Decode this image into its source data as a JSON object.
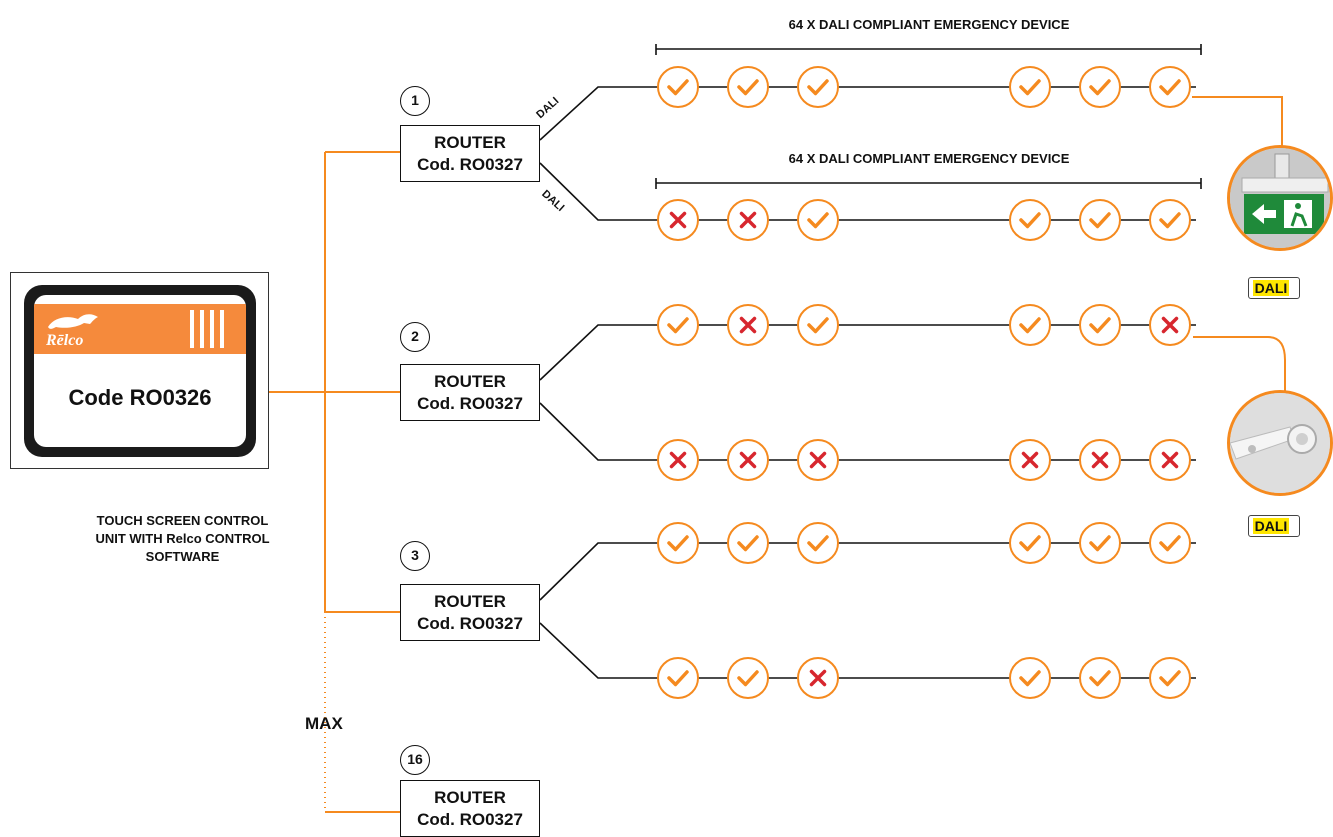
{
  "control_unit": {
    "code": "Code RO0326",
    "caption": "TOUCH SCREEN CONTROL UNIT WITH Relco CONTROL SOFTWARE",
    "brand_logo": "Relco",
    "colors": {
      "accent": "#f58a3c",
      "screen": "#1b1b1b"
    }
  },
  "routers": [
    {
      "number": "1",
      "title": "ROUTER",
      "code": "Cod. RO0327"
    },
    {
      "number": "2",
      "title": "ROUTER",
      "code": "Cod. RO0327"
    },
    {
      "number": "3",
      "title": "ROUTER",
      "code": "Cod. RO0327"
    },
    {
      "number": "16",
      "title": "ROUTER",
      "code": "Cod. RO0327"
    }
  ],
  "dali_line_label": "DALI",
  "bracket_label": "64 X DALI COMPLIANT EMERGENCY DEVICE",
  "max_label": "MAX",
  "device_lines": [
    {
      "router": "1",
      "devices": [
        "ok",
        "ok",
        "ok",
        "ok",
        "ok",
        "ok"
      ]
    },
    {
      "router": "1",
      "devices": [
        "fail",
        "fail",
        "ok",
        "ok",
        "ok",
        "ok"
      ]
    },
    {
      "router": "2",
      "devices": [
        "ok",
        "fail",
        "ok",
        "ok",
        "ok",
        "fail"
      ]
    },
    {
      "router": "2",
      "devices": [
        "fail",
        "fail",
        "fail",
        "fail",
        "fail",
        "fail"
      ]
    },
    {
      "router": "3",
      "devices": [
        "ok",
        "ok",
        "ok",
        "ok",
        "ok",
        "ok"
      ]
    },
    {
      "router": "3",
      "devices": [
        "ok",
        "ok",
        "fail",
        "ok",
        "ok",
        "ok"
      ]
    }
  ],
  "product_photos": [
    {
      "name": "exit-sign-luminaire",
      "badge": "DALI"
    },
    {
      "name": "emergency-spotlight",
      "badge": "DALI"
    }
  ],
  "colors": {
    "bus": "#f58a1f",
    "ok": "#f58a1f",
    "fail": "#d7262e",
    "line": "#111111",
    "badge": "#ffe600"
  }
}
